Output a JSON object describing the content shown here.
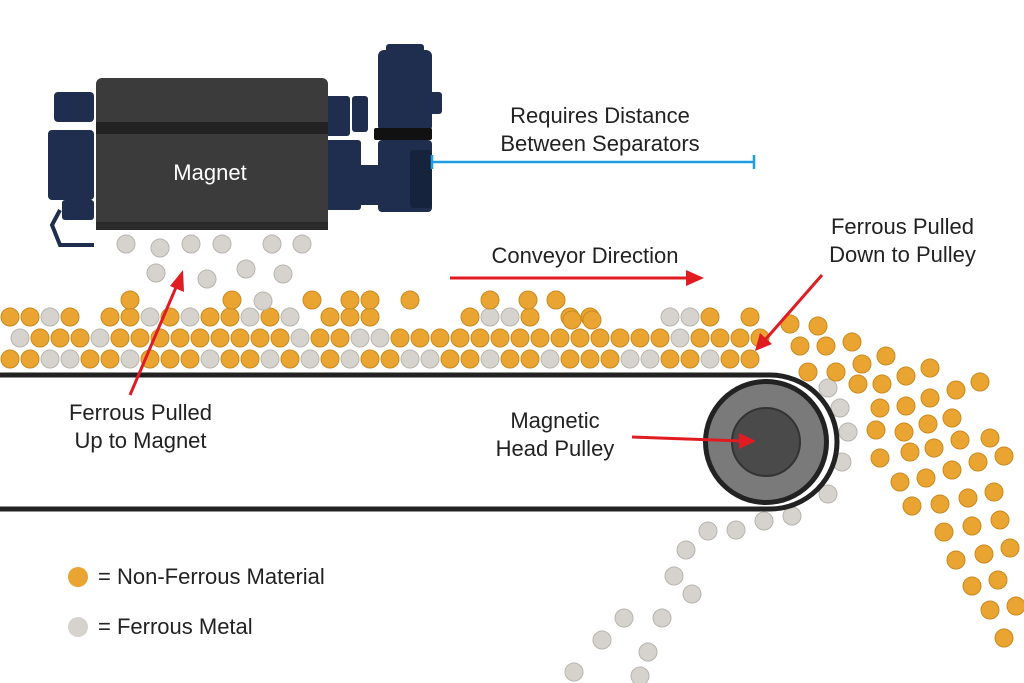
{
  "labels": {
    "magnet": "Magnet",
    "distance_line1": "Requires Distance",
    "distance_line2": "Between Separators",
    "conveyor": "Conveyor Direction",
    "ferrous_down_line1": "Ferrous Pulled",
    "ferrous_down_line2": "Down to Pulley",
    "ferrous_up_line1": "Ferrous Pulled",
    "ferrous_up_line2": "Up to Magnet",
    "head_pulley_line1": "Magnetic",
    "head_pulley_line2": "Head Pulley"
  },
  "legend": [
    {
      "text": "= Non-Ferrous Material",
      "color": "#E9A431"
    },
    {
      "text": "= Ferrous Metal",
      "color": "#D6D3CE"
    }
  ],
  "colors": {
    "non_ferrous": "#E9A431",
    "ferrous": "#D6D3CE",
    "magnet_body": "#3B3B3B",
    "motor": "#1F2E4E",
    "arrow": "#E11B22",
    "distance_line": "#1E9FE0",
    "belt": "#222222",
    "pulley_outer": "#7A7A7A",
    "pulley_inner": "#4A4A4A"
  },
  "icons": [
    "magnet-icon",
    "motor-icon",
    "head-pulley-icon"
  ]
}
